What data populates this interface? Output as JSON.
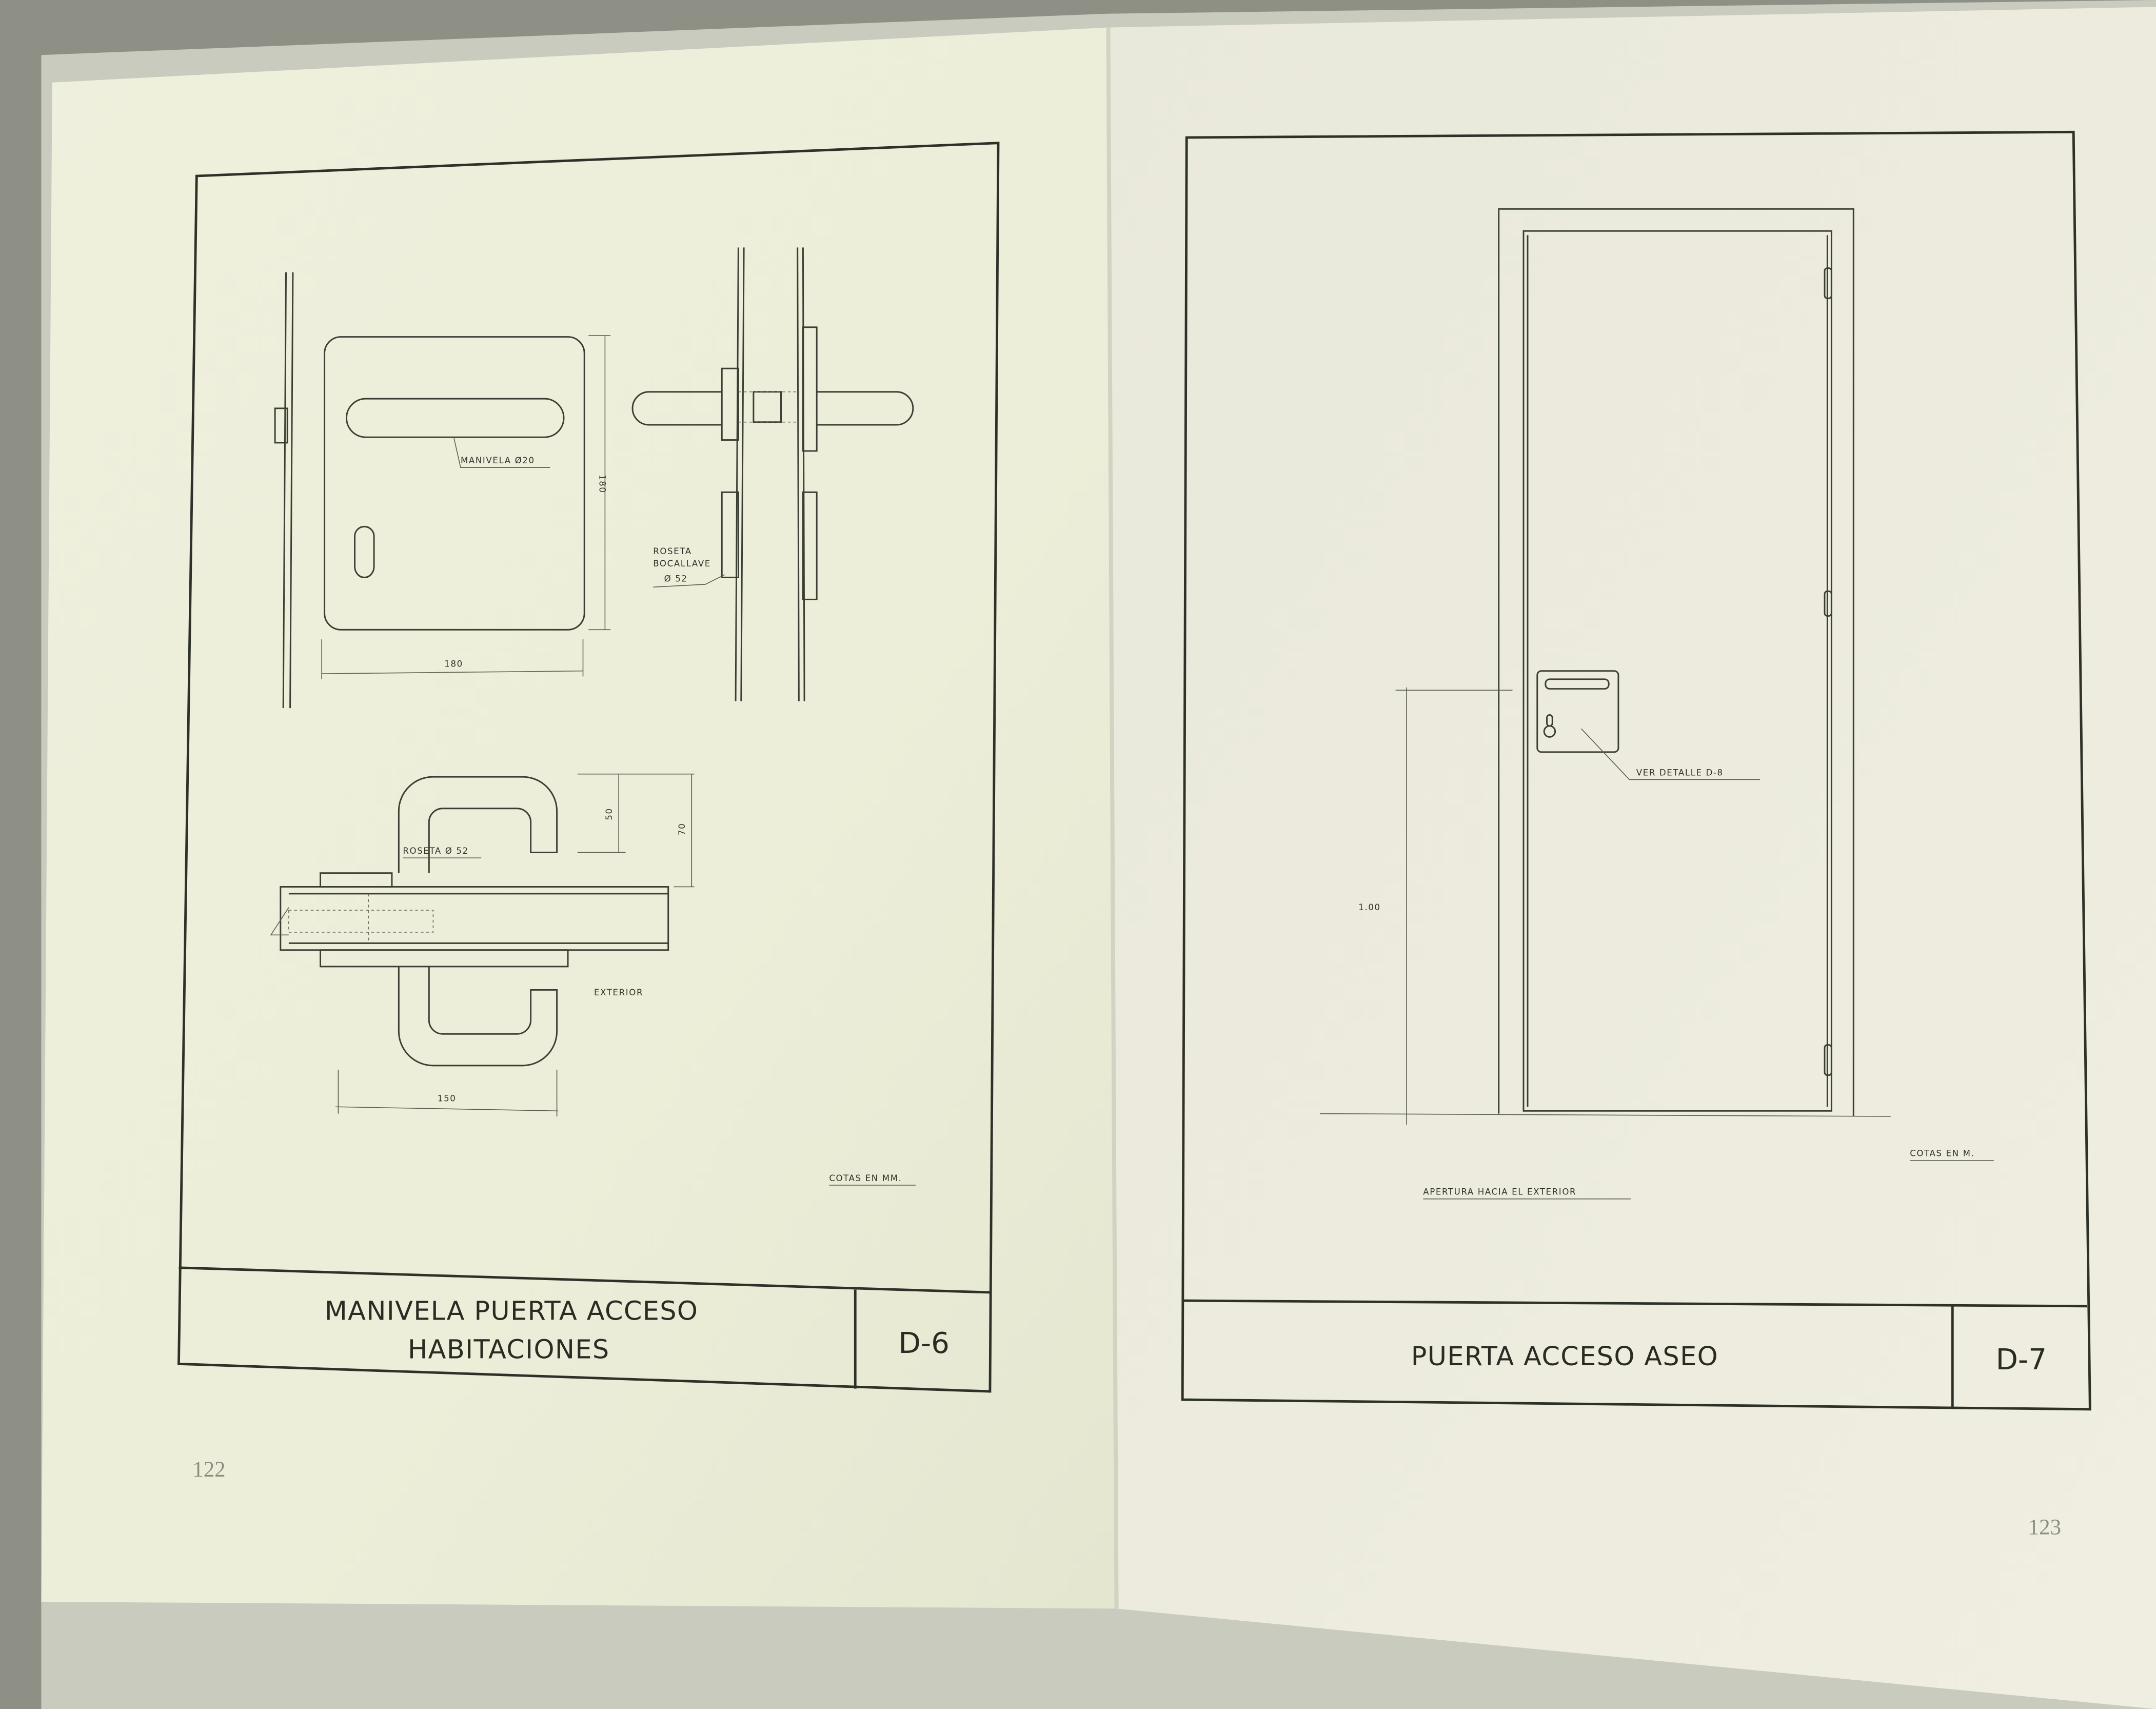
{
  "left_page": {
    "page_number": "122",
    "drawing": {
      "labels": {
        "manivela": "MANIVELA Ø20",
        "height_dim": "180",
        "width_dim": "180",
        "roseta_line1": "ROSETA",
        "roseta_line2": "BOCALLAVE",
        "roseta_line3": "Ø 52",
        "roseta_section": "ROSETA Ø 52",
        "dim_50": "50",
        "dim_70": "70",
        "exterior": "EXTERIOR",
        "dim_150": "150",
        "units": "COTAS EN MM."
      }
    },
    "title_block": {
      "title_line1": "MANIVELA PUERTA ACCESO",
      "title_line2": "HABITACIONES",
      "code": "D-6"
    }
  },
  "right_page": {
    "page_number": "123",
    "drawing": {
      "labels": {
        "detail_ref": "VER DETALLE D-8",
        "height_dim": "1.00",
        "units": "COTAS EN M.",
        "opening": "APERTURA HACIA EL EXTERIOR"
      }
    },
    "title_block": {
      "title": "PUERTA ACCESO ASEO",
      "code": "D-7"
    }
  },
  "colors": {
    "left_paper": "#eceedb",
    "right_paper": "#ebeadc",
    "ink": "#2e3128"
  }
}
